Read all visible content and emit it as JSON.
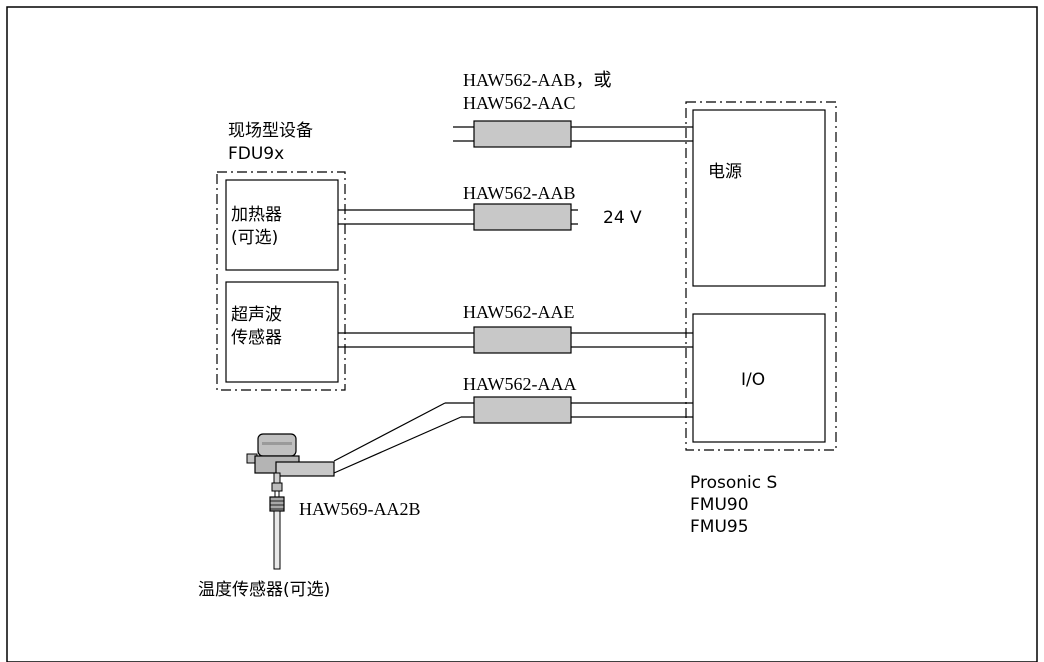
{
  "field_device": {
    "title_line1": "现场型设备",
    "title_line2": "FDU9x",
    "heater_line1": "加热器",
    "heater_line2": "(可选)",
    "sensor_line1": "超声波",
    "sensor_line2": "传感器"
  },
  "cables": {
    "power_line1": "HAW562-AAB，或",
    "power_line2": "HAW562-AAC",
    "heater": "HAW562-AAB",
    "heater_supply": "24 V",
    "sensor": "HAW562-AAE",
    "temperature": "HAW562-AAA"
  },
  "temperature_sensor": {
    "cable_code": "HAW569-AA2B",
    "label": "温度传感器(可选)"
  },
  "controller": {
    "power_supply": "电源",
    "io": "I/O",
    "model_line1": "Prosonic S",
    "model_line2": "FMU90",
    "model_line3": "FMU95"
  }
}
